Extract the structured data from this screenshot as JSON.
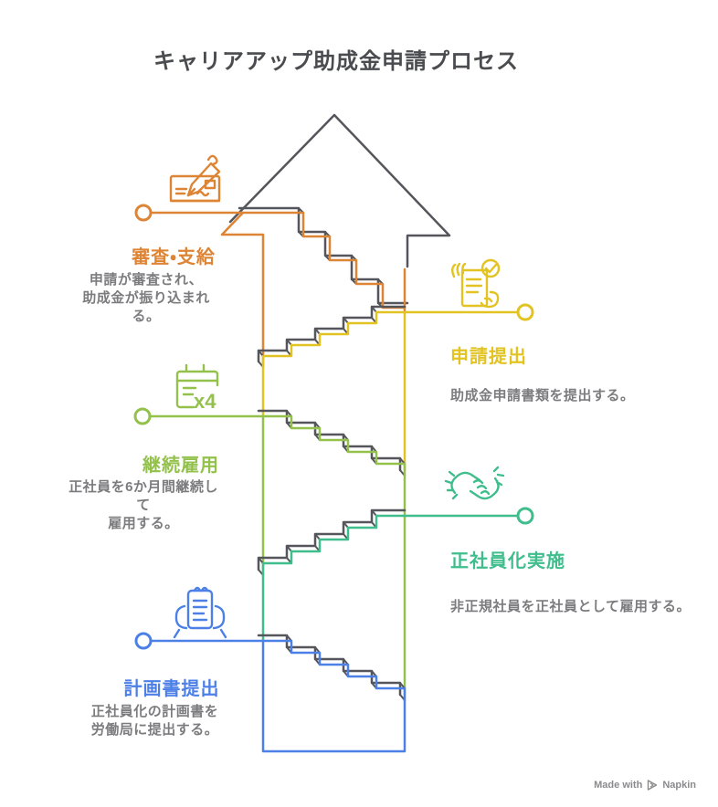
{
  "title": "キャリアアップ助成金申請プロセス",
  "colors": {
    "dark": "#55565b",
    "text": "#7c7c7f",
    "orange": "#dd8435",
    "yellow": "#e2c322",
    "lime": "#93c14c",
    "emerald": "#3fbd8c",
    "blue": "#4d80e6",
    "credit": "#8a8a8d"
  },
  "steps": [
    {
      "label": "計画書提出",
      "desc": "正社員化の計画書を\n労働局に提出する。",
      "color": "blue",
      "icon": "hands-holding-document"
    },
    {
      "label": "正社員化実施",
      "desc": "非正規社員を正社員として雇用する。",
      "color": "emerald",
      "icon": "handshake"
    },
    {
      "label": "継続雇用",
      "desc": "正社員を6か月間継続して\n雇用する。",
      "color": "lime",
      "icon": "calendar",
      "icon_badge": "x4"
    },
    {
      "label": "申請提出",
      "desc": "助成金申請書類を提出する。",
      "color": "yellow",
      "icon": "document-approved"
    },
    {
      "label": "審査・支給",
      "desc": "申請が審査され、\n助成金が振り込まれる。",
      "color": "orange",
      "icon": "pen-signing-check"
    }
  ],
  "credit": {
    "prefix": "Made with",
    "brand": "Napkin"
  }
}
